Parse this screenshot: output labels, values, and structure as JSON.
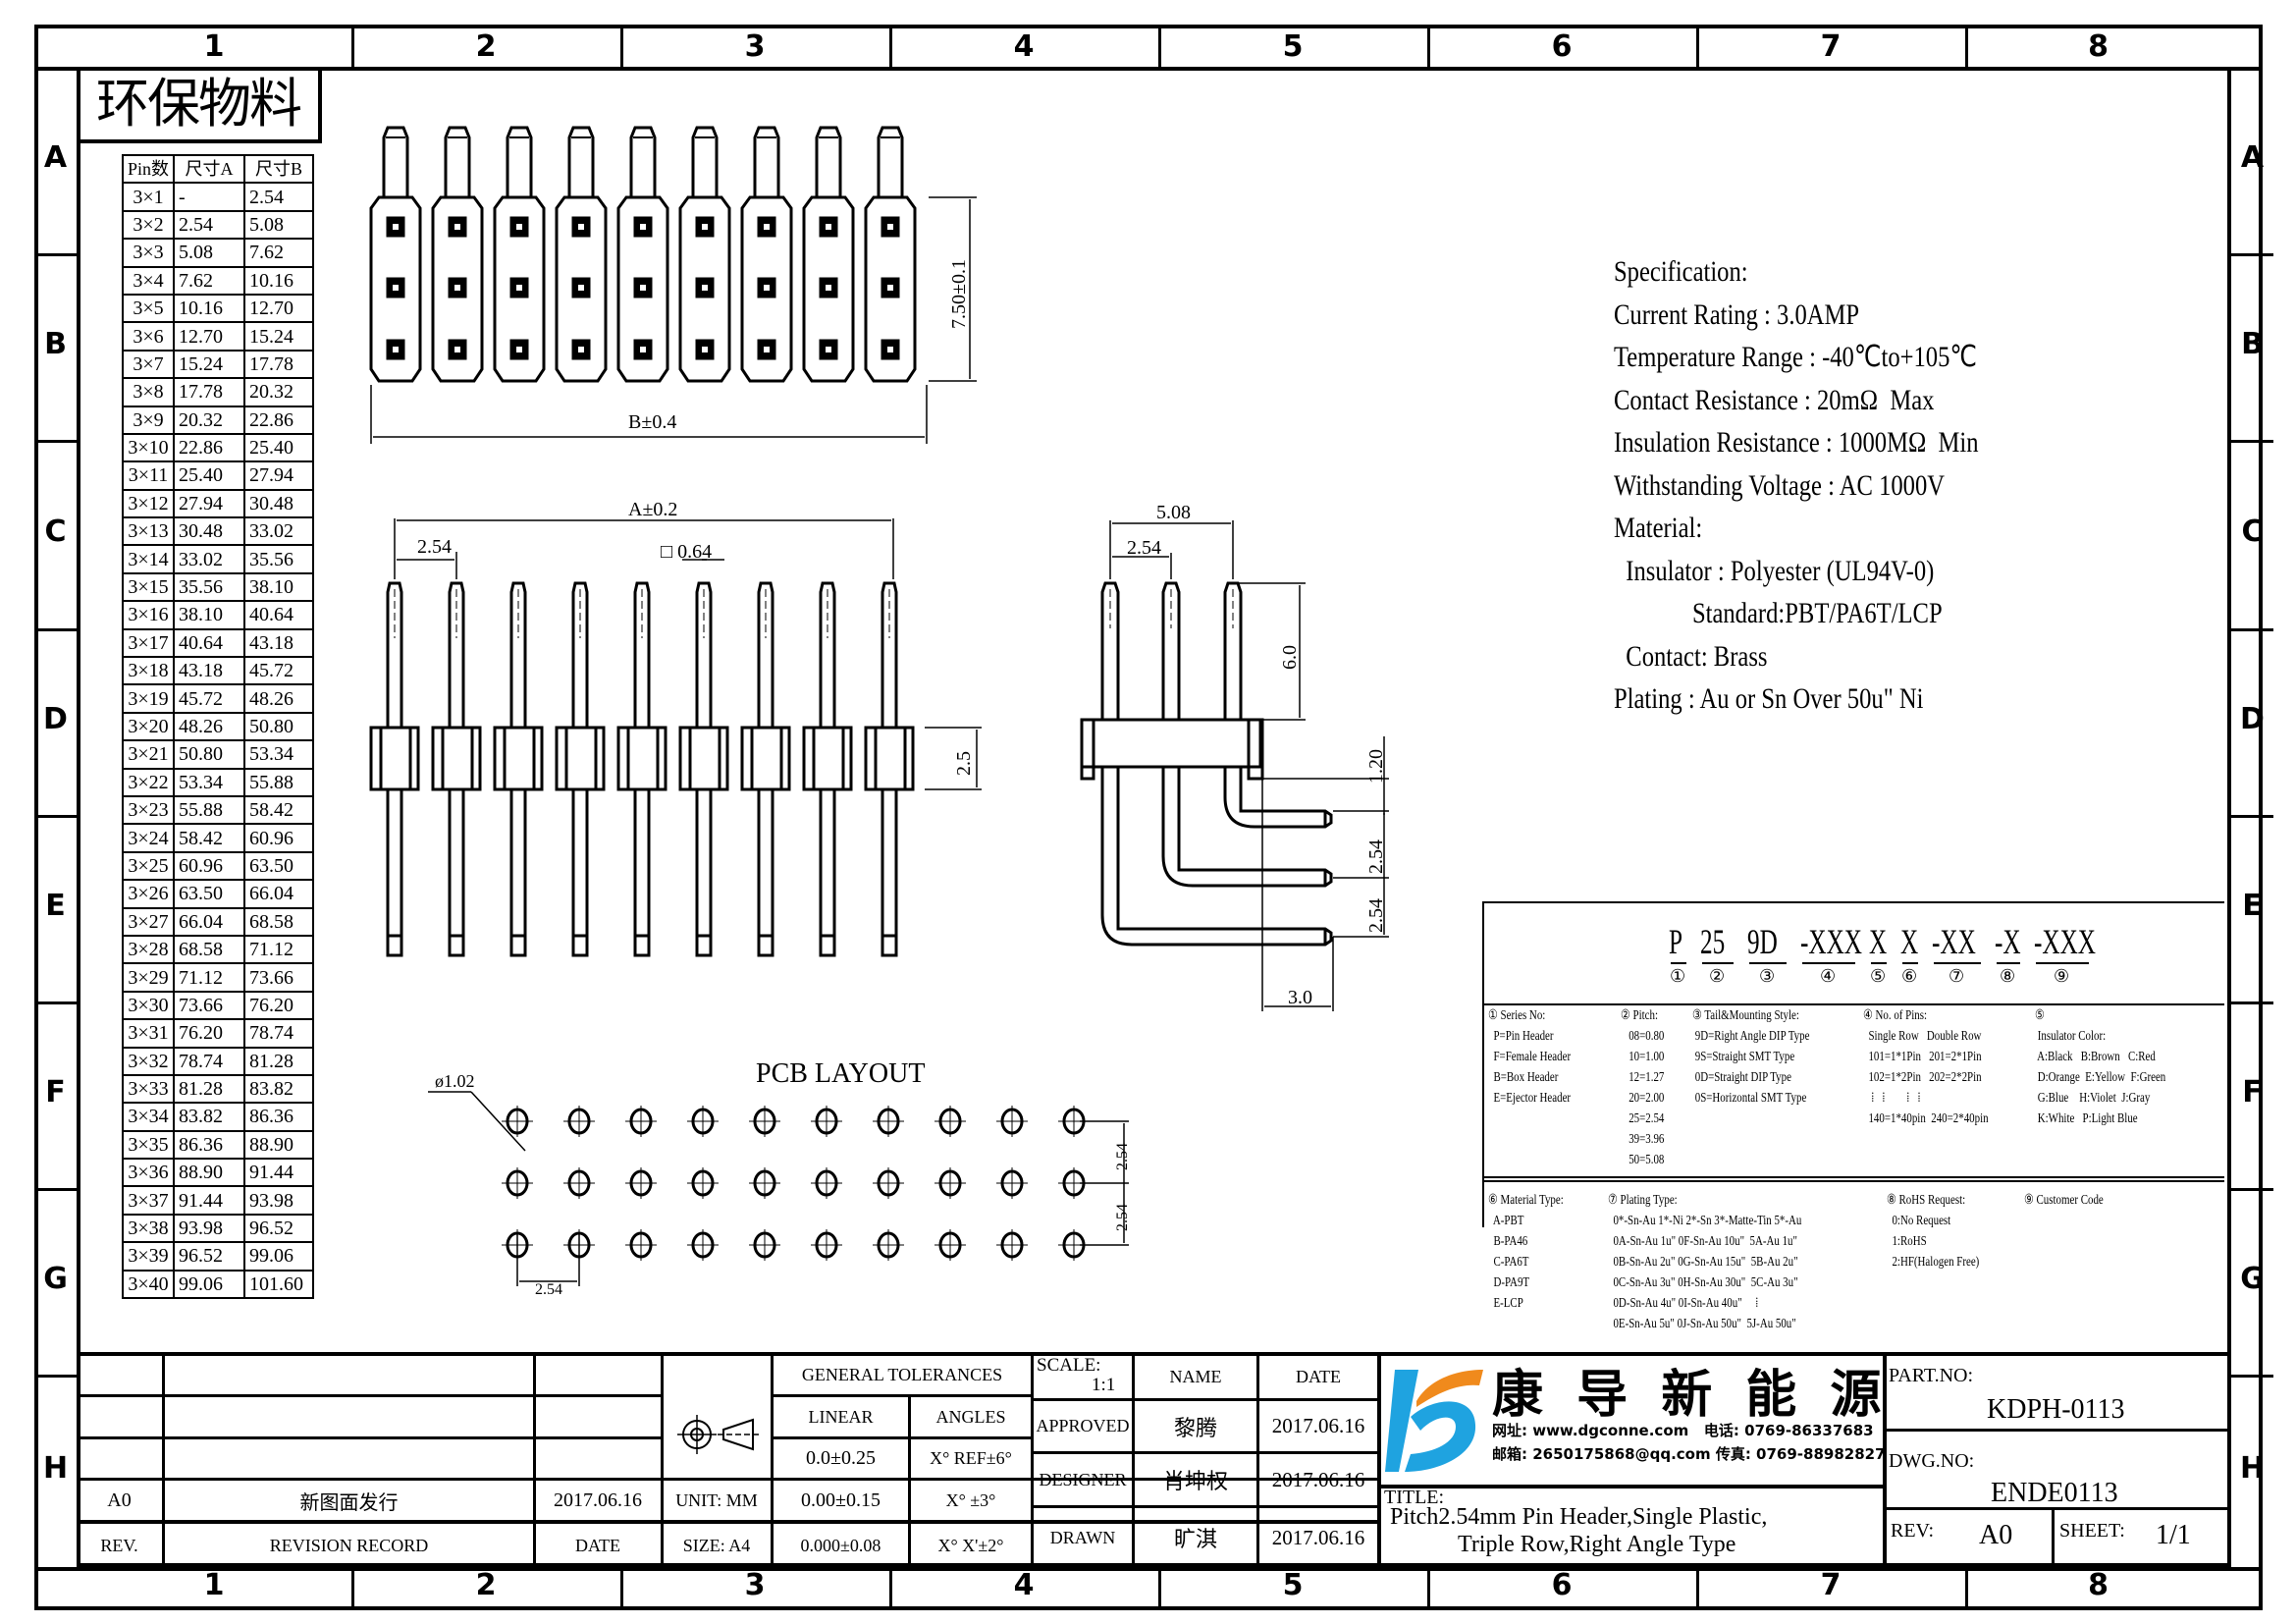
{
  "border": {
    "columns": [
      "1",
      "2",
      "3",
      "4",
      "5",
      "6",
      "7",
      "8"
    ],
    "rows": [
      "A",
      "B",
      "C",
      "D",
      "E",
      "F",
      "G",
      "H"
    ]
  },
  "eco_label": "环保物料",
  "dimension_table": {
    "headers": [
      "Pin数",
      "尺寸A",
      "尺寸B"
    ],
    "rows": [
      [
        "3×1",
        "-",
        "2.54"
      ],
      [
        "3×2",
        "2.54",
        "5.08"
      ],
      [
        "3×3",
        "5.08",
        "7.62"
      ],
      [
        "3×4",
        "7.62",
        "10.16"
      ],
      [
        "3×5",
        "10.16",
        "12.70"
      ],
      [
        "3×6",
        "12.70",
        "15.24"
      ],
      [
        "3×7",
        "15.24",
        "17.78"
      ],
      [
        "3×8",
        "17.78",
        "20.32"
      ],
      [
        "3×9",
        "20.32",
        "22.86"
      ],
      [
        "3×10",
        "22.86",
        "25.40"
      ],
      [
        "3×11",
        "25.40",
        "27.94"
      ],
      [
        "3×12",
        "27.94",
        "30.48"
      ],
      [
        "3×13",
        "30.48",
        "33.02"
      ],
      [
        "3×14",
        "33.02",
        "35.56"
      ],
      [
        "3×15",
        "35.56",
        "38.10"
      ],
      [
        "3×16",
        "38.10",
        "40.64"
      ],
      [
        "3×17",
        "40.64",
        "43.18"
      ],
      [
        "3×18",
        "43.18",
        "45.72"
      ],
      [
        "3×19",
        "45.72",
        "48.26"
      ],
      [
        "3×20",
        "48.26",
        "50.80"
      ],
      [
        "3×21",
        "50.80",
        "53.34"
      ],
      [
        "3×22",
        "53.34",
        "55.88"
      ],
      [
        "3×23",
        "55.88",
        "58.42"
      ],
      [
        "3×24",
        "58.42",
        "60.96"
      ],
      [
        "3×25",
        "60.96",
        "63.50"
      ],
      [
        "3×26",
        "63.50",
        "66.04"
      ],
      [
        "3×27",
        "66.04",
        "68.58"
      ],
      [
        "3×28",
        "68.58",
        "71.12"
      ],
      [
        "3×29",
        "71.12",
        "73.66"
      ],
      [
        "3×30",
        "73.66",
        "76.20"
      ],
      [
        "3×31",
        "76.20",
        "78.74"
      ],
      [
        "3×32",
        "78.74",
        "81.28"
      ],
      [
        "3×33",
        "81.28",
        "83.82"
      ],
      [
        "3×34",
        "83.82",
        "86.36"
      ],
      [
        "3×35",
        "86.36",
        "88.90"
      ],
      [
        "3×36",
        "88.90",
        "91.44"
      ],
      [
        "3×37",
        "91.44",
        "93.98"
      ],
      [
        "3×38",
        "93.98",
        "96.52"
      ],
      [
        "3×39",
        "96.52",
        "99.06"
      ],
      [
        "3×40",
        "99.06",
        "101.60"
      ]
    ]
  },
  "views": {
    "top": {
      "pins_shown": 9,
      "dim_width": "B±0.4",
      "dim_height": "7.50±0.1"
    },
    "front": {
      "pins_shown": 9,
      "dim_span": "A±0.2",
      "dim_pitch": "2.54",
      "dim_pin": "□ 0.64",
      "dim_body": "2.5"
    },
    "side": {
      "dim_total": "5.08",
      "dim_pitch": "2.54",
      "dim_top": "6.0",
      "dim_offset": "1.20",
      "dim_row1": "2.54",
      "dim_row2": "2.54",
      "dim_tail": "3.0"
    },
    "pcb": {
      "title": "PCB LAYOUT",
      "hole": "ø1.02",
      "dim_x": "2.54",
      "dim_y1": "2.54",
      "dim_y2": "2.54",
      "rows": 3,
      "cols": 10
    }
  },
  "specification": [
    "Specification:",
    "Current Rating : 3.0AMP",
    "Temperature Range : -40℃to+105℃",
    "Contact Resistance : 20mΩ  Max",
    "Insulation Resistance : 1000MΩ  Min",
    "Withstanding Voltage : AC 1000V",
    "Material:",
    "  Insulator : Polyester (UL94V-0)",
    "             Standard:PBT/PA6T/LCP",
    "  Contact: Brass",
    "Plating : Au or Sn Over 50u\" Ni"
  ],
  "part_number": {
    "segments": [
      {
        "text": "P",
        "num": "①"
      },
      {
        "text": "25",
        "num": "②"
      },
      {
        "text": "9D",
        "num": "③"
      },
      {
        "text": "-XXX",
        "num": "④"
      },
      {
        "text": "X",
        "num": "⑤"
      },
      {
        "text": "X",
        "num": "⑥"
      },
      {
        "text": "-XX",
        "num": "⑦"
      },
      {
        "text": "-X",
        "num": "⑧"
      },
      {
        "text": "-XXX",
        "num": "⑨"
      }
    ],
    "legend": {
      "series": "① Series No:\n  P=Pin Header\n  F=Female Header\n  B=Box Header\n  E=Ejector Header",
      "pitch": "② Pitch:\n   08=0.80\n   10=1.00\n   12=1.27\n   20=2.00\n   25=2.54\n   39=3.96\n   50=5.08",
      "tail": "③ Tail&Mounting Style:\n 9D=Right Angle DIP Type\n 9S=Straight SMT Type\n 0D=Straight DIP Type\n 0S=Horizontal SMT Type",
      "pins": "④ No. of Pins:\n  Single Row   Double Row\n  101=1*1Pin   201=2*1Pin\n  102=1*2Pin   202=2*2Pin\n   ⁞   ⁞        ⁞   ⁞\n  140=1*40pin  240=2*40pin",
      "color": "⑤\n Insulator Color:\n A:Black   B:Brown   C:Red\n D:Orange  E:Yellow  F:Green\n G:Blue    H:Violet  J:Gray\n K:White   P:Light Blue",
      "material": "⑥ Material Type:\n  A-PBT\n  B-PA46\n  C-PA6T\n  D-PA9T\n  E-LCP",
      "plating": "⑦ Plating Type:\n  0*-Sn-Au 1*-Ni 2*-Sn 3*-Matte-Tin 5*-Au\n  0A-Sn-Au 1u\" 0F-Sn-Au 10u\"  5A-Au 1u\"\n  0B-Sn-Au 2u\" 0G-Sn-Au 15u\"  5B-Au 2u\"\n  0C-Sn-Au 3u\" 0H-Sn-Au 30u\"  5C-Au 3u\"\n  0D-Sn-Au 4u\" 0I-Sn-Au 40u\"     ⁞\n  0E-Sn-Au 5u\" 0J-Sn-Au 50u\"  5J-Au 50u\"",
      "rohs": "⑧ RoHS Request:\n  0:No Request\n  1:RoHS\n  2:HF(Halogen Free)",
      "customer": "⑨ Customer Code"
    }
  },
  "title_block": {
    "revision": {
      "rev": "A0",
      "record": "新图面发行",
      "date": "2017.06.16",
      "hdr_rev": "REV.",
      "hdr_record": "REVISION RECORD",
      "hdr_date": "DATE"
    },
    "unit": "UNIT: MM",
    "size": "SIZE: A4",
    "tolerances": {
      "title": "GENERAL TOLERANCES",
      "linear_hdr": "LINEAR",
      "angles_hdr": "ANGLES",
      "linear": [
        "0.0±0.25",
        "0.00±0.15",
        "0.000±0.08"
      ],
      "angles": [
        "X° REF±6°",
        "X° ±3°",
        "X° X'±2°"
      ]
    },
    "scale_label": "SCALE:",
    "scale": "1:1",
    "name_hdr": "NAME",
    "date_hdr": "DATE",
    "approvals": [
      {
        "role": "APPROVED",
        "name": "黎腾",
        "date": "2017.06.16"
      },
      {
        "role": "DESIGNER",
        "name": "肖坤权",
        "date": "2017.06.16"
      },
      {
        "role": "DRAWN",
        "name": "旷淇",
        "date": "2017.06.16"
      }
    ],
    "company": {
      "name": "康 导 新 能 源",
      "line1": "网址: www.dgconne.com   电话: 0769-86337683",
      "line2": "邮箱: 2650175868@qq.com 传真: 0769-88982827",
      "logo_blue": "#1fa3e0",
      "logo_orange": "#f08a1c"
    },
    "title_label": "TITLE:",
    "title_line1": "Pitch2.54mm Pin Header,Single Plastic,",
    "title_line2": "Triple Row,Right Angle Type",
    "part_no_label": "PART.NO:",
    "part_no": "KDPH-0113",
    "dwg_no_label": "DWG.NO:",
    "dwg_no": "ENDE0113",
    "rev_label": "REV:",
    "rev": "A0",
    "sheet_label": "SHEET:",
    "sheet": "1/1"
  }
}
